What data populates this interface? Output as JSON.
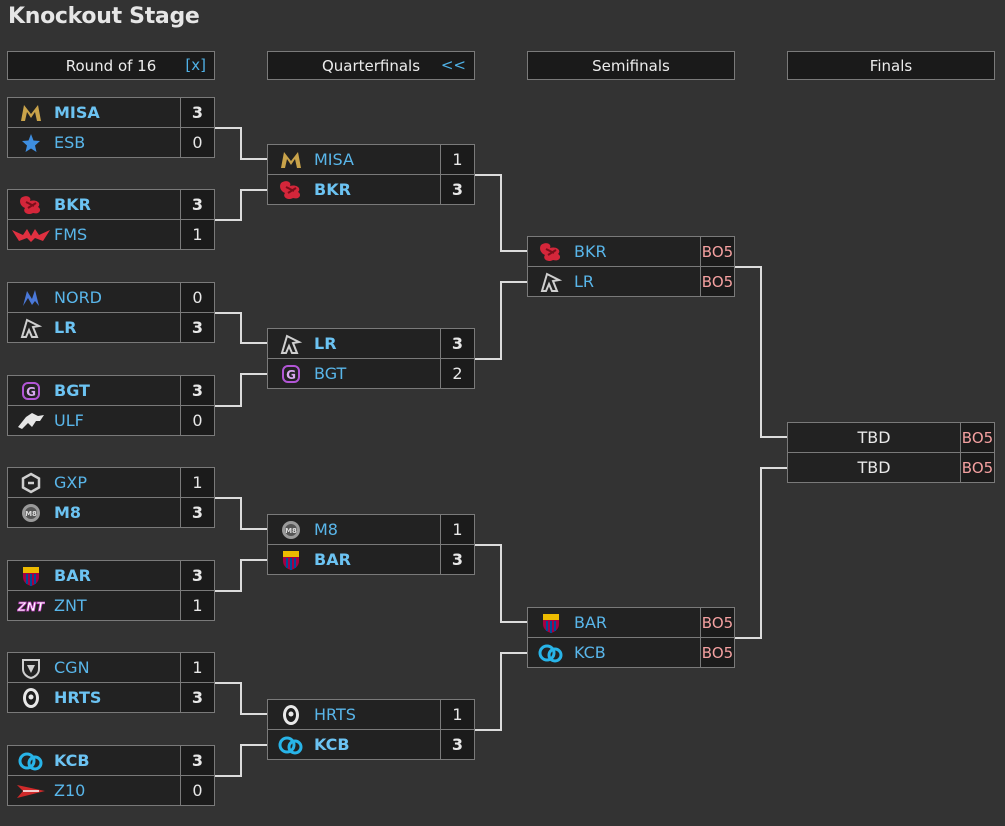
{
  "title": "Knockout Stage",
  "rounds": [
    {
      "label": "Round of 16",
      "toggle": "[x]"
    },
    {
      "label": "Quarterfinals",
      "toggle": "<<"
    },
    {
      "label": "Semifinals",
      "toggle": ""
    },
    {
      "label": "Finals",
      "toggle": ""
    }
  ],
  "colors": {
    "link": "#59b6ea",
    "bo5": "#f4a0a0",
    "line": "#dcdcdc"
  },
  "matches": {
    "r16": [
      {
        "teams": [
          {
            "name": "MISA",
            "score": "3",
            "icon": "misa-icon",
            "winner": true
          },
          {
            "name": "ESB",
            "score": "0",
            "icon": "esb-icon",
            "winner": false
          }
        ]
      },
      {
        "teams": [
          {
            "name": "BKR",
            "score": "3",
            "icon": "bkr-icon",
            "winner": true
          },
          {
            "name": "FMS",
            "score": "1",
            "icon": "fms-icon",
            "winner": false
          }
        ]
      },
      {
        "teams": [
          {
            "name": "NORD",
            "score": "0",
            "icon": "nord-icon",
            "winner": false
          },
          {
            "name": "LR",
            "score": "3",
            "icon": "lr-icon",
            "winner": true
          }
        ]
      },
      {
        "teams": [
          {
            "name": "BGT",
            "score": "3",
            "icon": "bgt-icon",
            "winner": true
          },
          {
            "name": "ULF",
            "score": "0",
            "icon": "ulf-icon",
            "winner": false
          }
        ]
      },
      {
        "teams": [
          {
            "name": "GXP",
            "score": "1",
            "icon": "gxp-icon",
            "winner": false
          },
          {
            "name": "M8",
            "score": "3",
            "icon": "m8-icon",
            "winner": true
          }
        ]
      },
      {
        "teams": [
          {
            "name": "BAR",
            "score": "3",
            "icon": "bar-icon",
            "winner": true
          },
          {
            "name": "ZNT",
            "score": "1",
            "icon": "znt-icon",
            "winner": false
          }
        ]
      },
      {
        "teams": [
          {
            "name": "CGN",
            "score": "1",
            "icon": "cgn-icon",
            "winner": false
          },
          {
            "name": "HRTS",
            "score": "3",
            "icon": "hrts-icon",
            "winner": true
          }
        ]
      },
      {
        "teams": [
          {
            "name": "KCB",
            "score": "3",
            "icon": "kcb-icon",
            "winner": true
          },
          {
            "name": "Z10",
            "score": "0",
            "icon": "z10-icon",
            "winner": false
          }
        ]
      }
    ],
    "qf": [
      {
        "teams": [
          {
            "name": "MISA",
            "score": "1",
            "icon": "misa-icon",
            "winner": false
          },
          {
            "name": "BKR",
            "score": "3",
            "icon": "bkr-icon",
            "winner": true
          }
        ]
      },
      {
        "teams": [
          {
            "name": "LR",
            "score": "3",
            "icon": "lr-icon",
            "winner": true
          },
          {
            "name": "BGT",
            "score": "2",
            "icon": "bgt-icon",
            "winner": false
          }
        ]
      },
      {
        "teams": [
          {
            "name": "M8",
            "score": "1",
            "icon": "m8-icon",
            "winner": false
          },
          {
            "name": "BAR",
            "score": "3",
            "icon": "bar-icon",
            "winner": true
          }
        ]
      },
      {
        "teams": [
          {
            "name": "HRTS",
            "score": "1",
            "icon": "hrts-icon",
            "winner": false
          },
          {
            "name": "KCB",
            "score": "3",
            "icon": "kcb-icon",
            "winner": true
          }
        ]
      }
    ],
    "sf": [
      {
        "teams": [
          {
            "name": "BKR",
            "score": "BO5",
            "icon": "bkr-icon",
            "winner": false
          },
          {
            "name": "LR",
            "score": "BO5",
            "icon": "lr-icon",
            "winner": false
          }
        ]
      },
      {
        "teams": [
          {
            "name": "BAR",
            "score": "BO5",
            "icon": "bar-icon",
            "winner": false
          },
          {
            "name": "KCB",
            "score": "BO5",
            "icon": "kcb-icon",
            "winner": false
          }
        ]
      }
    ],
    "final": [
      {
        "teams": [
          {
            "name": "TBD",
            "score": "BO5",
            "icon": "",
            "winner": false
          },
          {
            "name": "TBD",
            "score": "BO5",
            "icon": "",
            "winner": false
          }
        ]
      }
    ]
  }
}
